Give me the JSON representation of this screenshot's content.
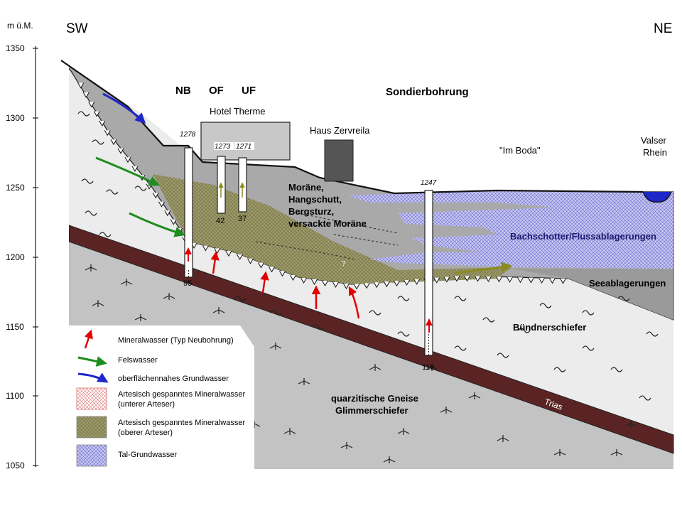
{
  "axis": {
    "unit": "m ü.M.",
    "ticks": [
      "1350",
      "1300",
      "1250",
      "1200",
      "1150",
      "1100",
      "1050"
    ]
  },
  "directions": {
    "left": "SW",
    "right": "NE"
  },
  "wells": {
    "nb": "NB",
    "of": "OF",
    "uf": "UF",
    "nb_top": "1278",
    "of_top": "1273",
    "uf_top": "1271",
    "nb_depth": "95",
    "of_depth": "42",
    "uf_depth": "37",
    "sond": "Sondierbohrung",
    "sond_top": "1247",
    "sond_depth": "116"
  },
  "buildings": {
    "hotel": "Hotel Therme",
    "haus": "Haus Zervreila",
    "boda": "\"Im Boda\"",
    "rhein_1": "Valser",
    "rhein_2": "Rhein"
  },
  "layers": {
    "moraene_1": "Moräne,",
    "moraene_2": "Hangschutt,",
    "moraene_3": "Bergsturz,",
    "moraene_4": "versackte Moräne",
    "bach": "Bachschotter/Flussablagerungen",
    "see": "Seeablagerungen",
    "buend": "Bündnerschiefer",
    "gneis_1": "quarzitische Gneise",
    "gneis_2": "Glimmerschiefer",
    "trias": "Trias",
    "question": "?"
  },
  "legend": {
    "items": [
      {
        "label": "Mineralwasser (Typ Neubohrung)"
      },
      {
        "label": "Felswasser"
      },
      {
        "label": "oberflächennahes Grundwasser"
      },
      {
        "label_1": "Artesisch gespanntes Mineralwasser",
        "label_2": "(unterer Arteser)"
      },
      {
        "label_1": "Artesisch gespanntes Mineralwasser",
        "label_2": "(oberer Arteser)"
      },
      {
        "label": "Tal-Grundwasser"
      }
    ]
  },
  "colors": {
    "moraine": "#a9a9a9",
    "schist": "#ececec",
    "gneiss": "#c3c3c3",
    "trias": "#5a2424",
    "upper_artesian": "#8e8c5a",
    "valley_groundwater": "#b8b8e8",
    "mineral_arrow": "#e00000",
    "rock_water_arrow": "#1e8c1e",
    "groundwater_arrow": "#1e28c8"
  }
}
